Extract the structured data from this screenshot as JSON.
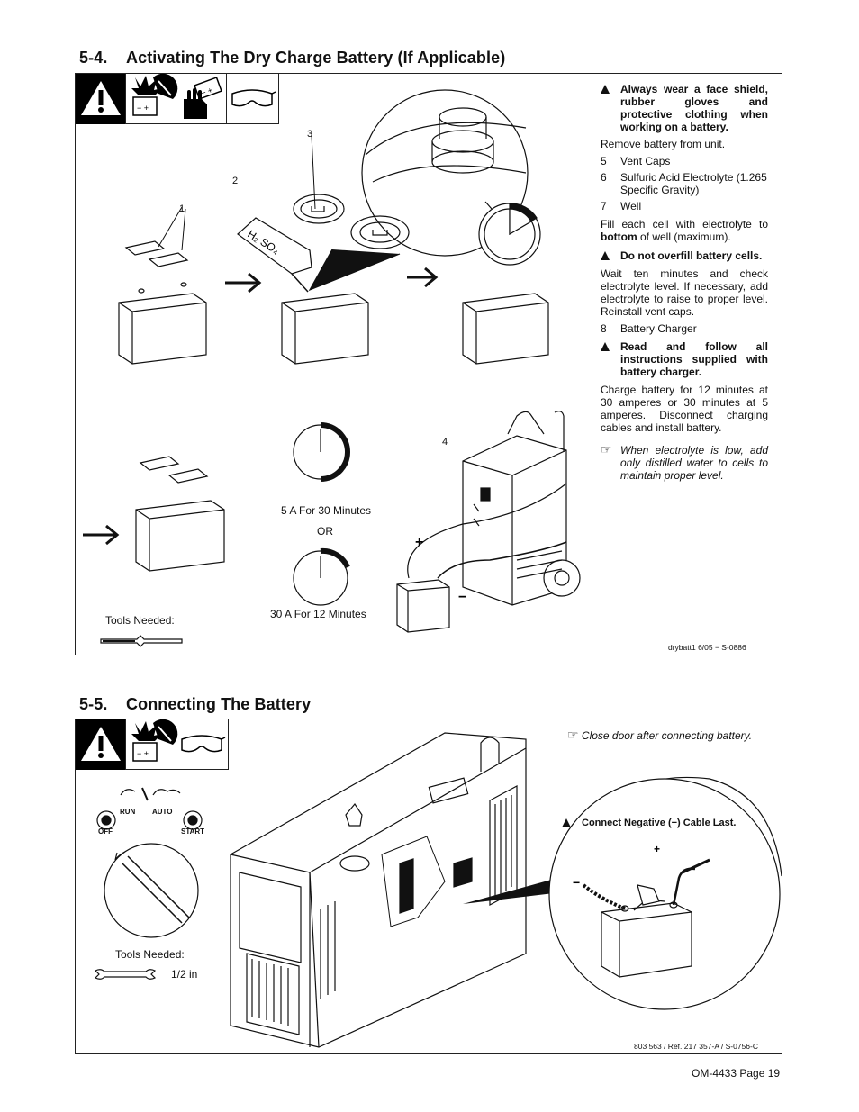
{
  "section_54": {
    "number": "5-4.",
    "title": "Activating The Dry Charge Battery (If Applicable)",
    "warning_face": "Always wear a face shield, rubber gloves and protective clothing when working on a battery.",
    "remove": "Remove battery from unit.",
    "items_a": [
      {
        "n": "5",
        "t": "Vent Caps"
      },
      {
        "n": "6",
        "t": "Sulfuric Acid Electrolyte (1.265 Specific Gravity)"
      },
      {
        "n": "7",
        "t": "Well"
      }
    ],
    "fill_pre": "Fill each cell with electrolyte to",
    "fill_bold": "bottom",
    "fill_post": "of well (maximum).",
    "warning_overfill": "Do not overfill battery cells.",
    "wait": "Wait ten minutes and check electrolyte level. If necessary, add electrolyte to raise to proper level. Reinstall vent caps.",
    "item_8": {
      "n": "8",
      "t": "Battery Charger"
    },
    "warning_charger": "Read and follow all instructions supplied with battery charger.",
    "charge": "Charge battery for 12 minutes at 30 amperes or 30 minutes at 5 amperes. Disconnect charging cables and install battery.",
    "note_symbol": "☞",
    "note": "When electrolyte is low, add only distilled water to cells to maintain proper level.",
    "callouts": [
      "1",
      "2",
      "3",
      "4"
    ],
    "h2so4": "H₂ SO₄",
    "timer_5a": "5 A For 30 Minutes",
    "or": "OR",
    "timer_30a": "30 A For 12 Minutes",
    "tools_needed": "Tools Needed:",
    "ref": "drybatt1 6/05 − S-0886",
    "arrow_symbol": "→"
  },
  "section_55": {
    "number": "5-5.",
    "title": "Connecting The Battery",
    "note_symbol": "☞",
    "note": "Close door after connecting battery.",
    "warning_negative": "Connect Negative (−) Cable Last.",
    "switch_run": "RUN",
    "switch_auto": "AUTO",
    "switch_off": "OFF",
    "switch_start": "START",
    "tools_needed": "Tools Needed:",
    "wrench_size": "1/2 in",
    "plus": "+",
    "minus": "−",
    "ref": "803 563 / Ref. 217 357-A / S-0756-C"
  },
  "footer": {
    "page": "OM-4433 Page 19"
  }
}
